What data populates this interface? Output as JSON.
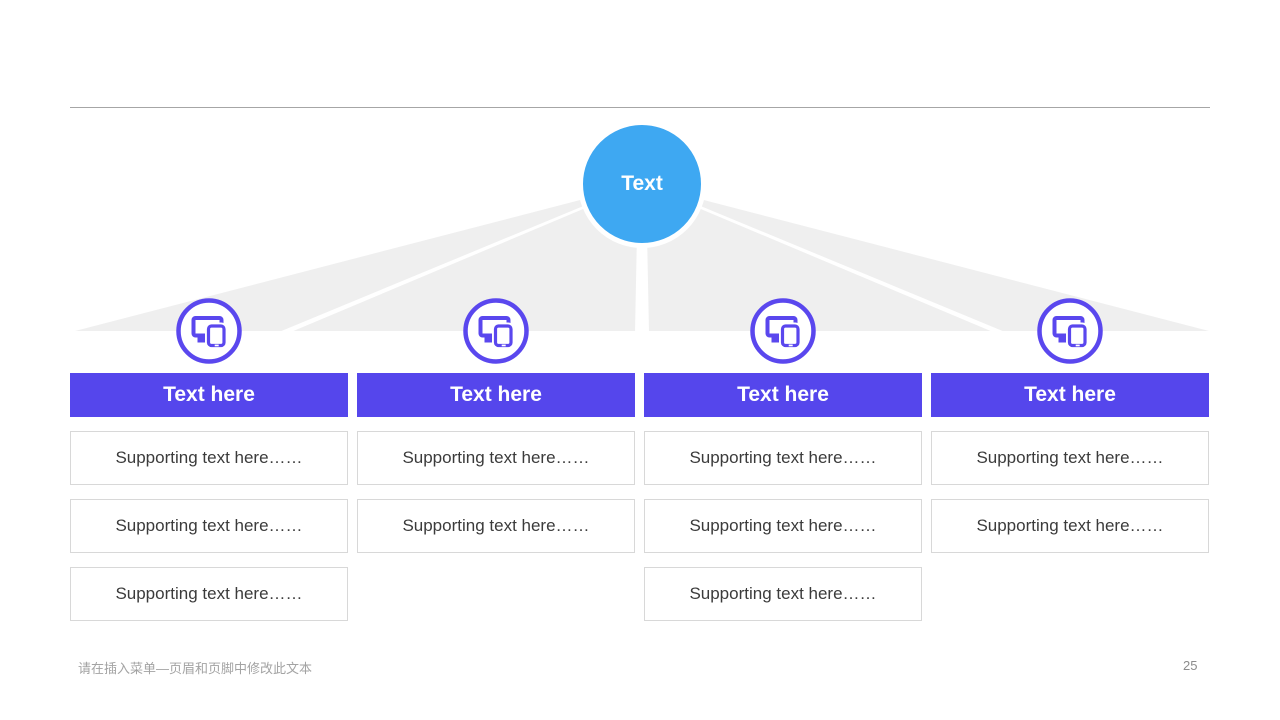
{
  "slide": {
    "footer_text": "请在插入菜单—页眉和页脚中修改此文本",
    "page_number": "25"
  },
  "center_node": {
    "label": "Text"
  },
  "columns": [
    {
      "title": "Text here",
      "icon": "devices-icon",
      "items": [
        "Supporting text here……",
        "Supporting text here……",
        "Supporting text here……"
      ]
    },
    {
      "title": "Text here",
      "icon": "devices-icon",
      "items": [
        "Supporting text here……",
        "Supporting text here……"
      ]
    },
    {
      "title": "Text here",
      "icon": "devices-icon",
      "items": [
        "Supporting text here……",
        "Supporting text here……",
        "Supporting text here……"
      ]
    },
    {
      "title": "Text here",
      "icon": "devices-icon",
      "items": [
        "Supporting text here……",
        "Supporting text here……"
      ]
    }
  ],
  "colors": {
    "accent_blue": "#3ea8f2",
    "accent_purple": "#5546ec",
    "ray_gray": "#efefef",
    "box_border": "#d8d8d8",
    "divider_gray": "#a6a6a6",
    "footer_gray": "#a3a3a3"
  }
}
